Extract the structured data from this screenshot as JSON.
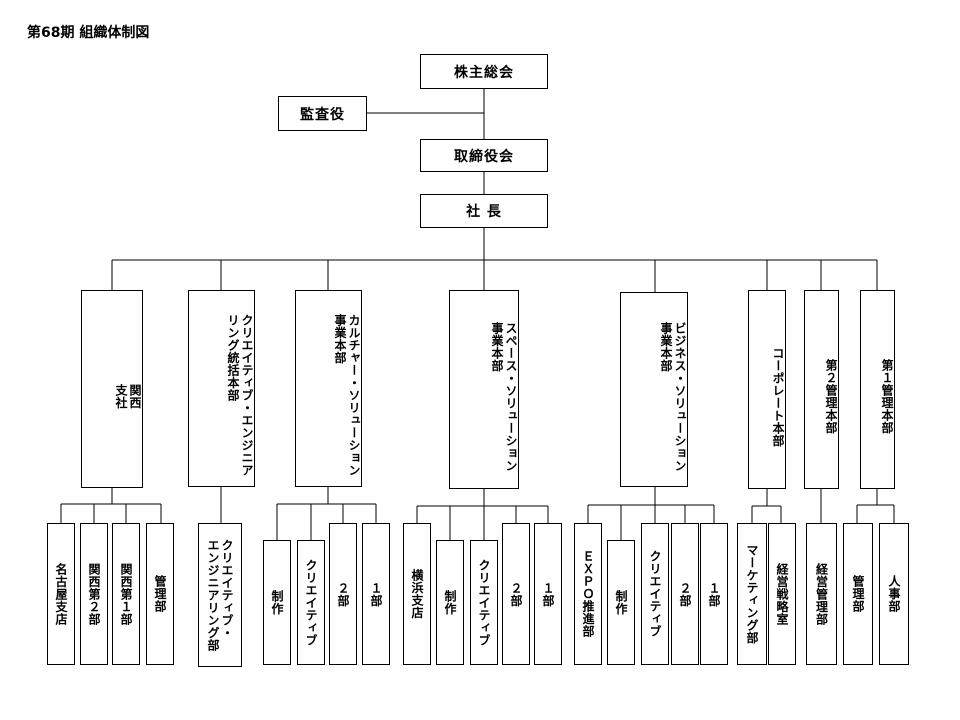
{
  "title": "第68期 組織体制図",
  "top": {
    "shareholders": "株主総会",
    "auditor": "監査役",
    "board": "取締役会",
    "president": "社 長"
  },
  "divisions": {
    "kansai": "関西\n支社",
    "creative_eng": "クリエイティブ・エンジニア\nリング統括本部",
    "culture": "カルチャー・ソリューション\n事業本部",
    "space": "スペース・ソリューション\n事業本部",
    "business": "ビジネス・ソリューション\n事業本部",
    "corporate": "コーポレート本部",
    "mgmt2": "第２管理本部",
    "mgmt1": "第１管理本部"
  },
  "departments": {
    "nagoya": "名古屋支店",
    "kansai2": "関西第２部",
    "kansai1": "関西第１部",
    "kanri_kansai": "管理部",
    "creative_eng_dept": "クリエイティブ・\nエンジニアリング部",
    "culture_seisaku": "制作",
    "culture_creative": "クリエイティブ",
    "culture_2bu": "２部",
    "culture_1bu": "１部",
    "yokohama": "横浜支店",
    "space_seisaku": "制作",
    "space_creative": "クリエイティブ",
    "space_2bu": "２部",
    "space_1bu": "１部",
    "expo": "ＥＸＰＯ推進部",
    "biz_seisaku": "制作",
    "biz_creative": "クリエイティブ",
    "biz_2bu": "２部",
    "biz_1bu": "１部",
    "marketing": "マーケティング部",
    "strategy": "経営戦略室",
    "keiei_kanri": "経営管理部",
    "kanri_1": "管理部",
    "jinji": "人事部"
  }
}
